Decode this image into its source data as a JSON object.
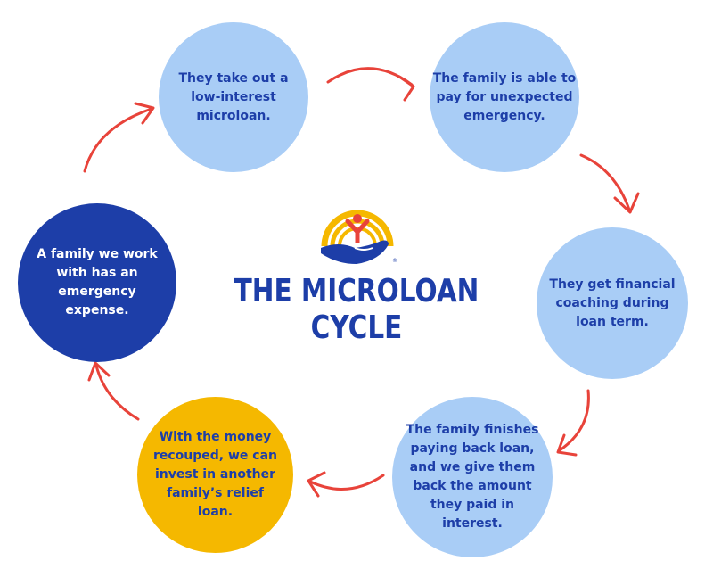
{
  "title": "THE MICROLOAN CYCLE",
  "colors": {
    "light_circle": "#a9cdf6",
    "dark_circle": "#1d3ea8",
    "gold_circle": "#f5b800",
    "arrow": "#e8433a",
    "text_blue": "#1d3ea8"
  },
  "logo": {
    "icon": "united-way-hand-rainbow-logo",
    "registered_mark": "®"
  },
  "steps": [
    {
      "text": "They take out a\nlow-interest\nmicroloan."
    },
    {
      "text": "The family is able to\npay for unexpected\nemergency."
    },
    {
      "text": "They get financial\ncoaching during\nloan term."
    },
    {
      "text": "The family finishes\npaying back loan,\nand we give them\nback the amount\nthey paid in\ninterest."
    },
    {
      "text": "With the money\nrecouped, we can\ninvest in another\nfamily’s relief\nloan."
    },
    {
      "text": "A family we work\nwith has an\nemergency\nexpense."
    }
  ]
}
